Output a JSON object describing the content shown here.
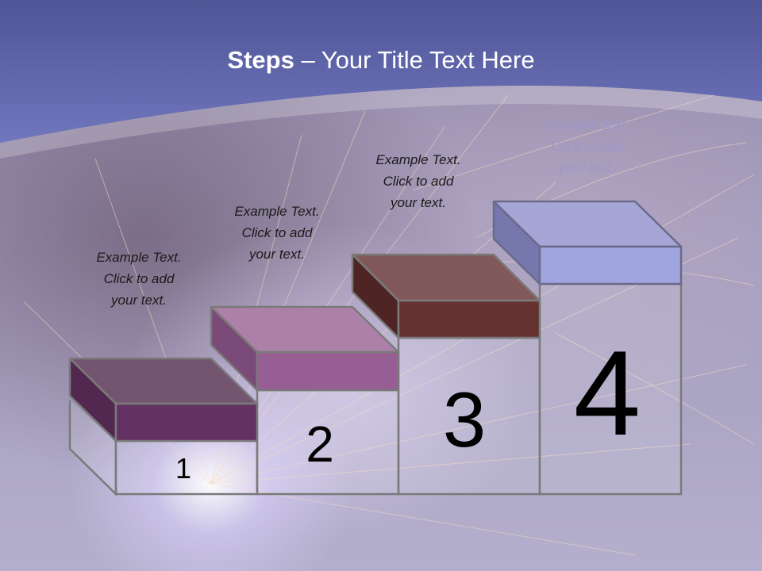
{
  "slide": {
    "title_bold": "Steps",
    "title_rest": " – Your Title Text Here"
  },
  "steps": [
    {
      "number": "1",
      "text": "Example Text.\nClick  to add\nyour text.",
      "top_color": "#745570",
      "front_color": "#633262",
      "side_color": "#522851"
    },
    {
      "number": "2",
      "text": "Example Text.\nClick  to add\nyour text.",
      "top_color": "#ac80a8",
      "front_color": "#975e94",
      "side_color": "#7a4a78"
    },
    {
      "number": "3",
      "text": "Example Text.\nClick  to add\nyour text.",
      "top_color": "#82595a",
      "front_color": "#643231",
      "side_color": "#4f2424"
    },
    {
      "number": "4",
      "text": "Example Text.\nClick  to add\nyour text.",
      "top_color": "#a6a6d6",
      "front_color": "#a0a4df",
      "side_color": "#7677ad"
    }
  ],
  "colors": {
    "band": "#6a6fb3",
    "outline": "#7a7a7a"
  }
}
